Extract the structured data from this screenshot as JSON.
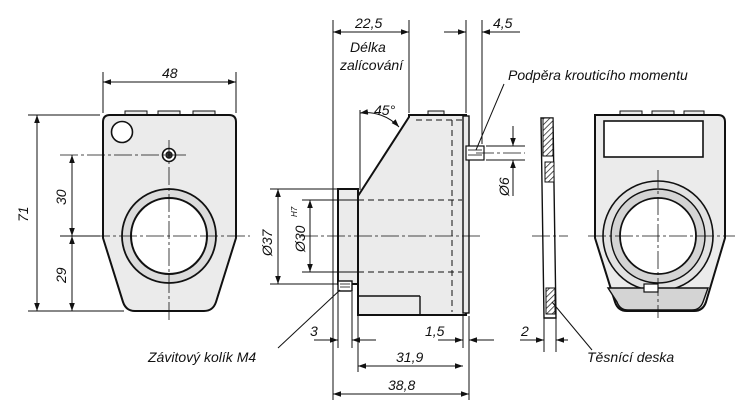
{
  "dimensions": {
    "width_48": "48",
    "height_71": "71",
    "upper_30": "30",
    "lower_29": "29",
    "top_22_5": "22,5",
    "top_4_5": "4,5",
    "angle_45": "45°",
    "dia_37": "Ø37",
    "dia_30": "Ø30",
    "dia_30_tol": "H7",
    "dia_6": "Ø6",
    "bottom_3": "3",
    "bottom_1_5": "1,5",
    "bottom_31_9": "31,9",
    "bottom_38_8": "38,8",
    "bottom_2": "2"
  },
  "labels": {
    "fit_length_line1": "Délka",
    "fit_length_line2": "zalícování",
    "torque_support": "Podpěra krouticího momentu",
    "set_screw": "Závitový kolík M4",
    "seal": "Těsnící deska"
  }
}
